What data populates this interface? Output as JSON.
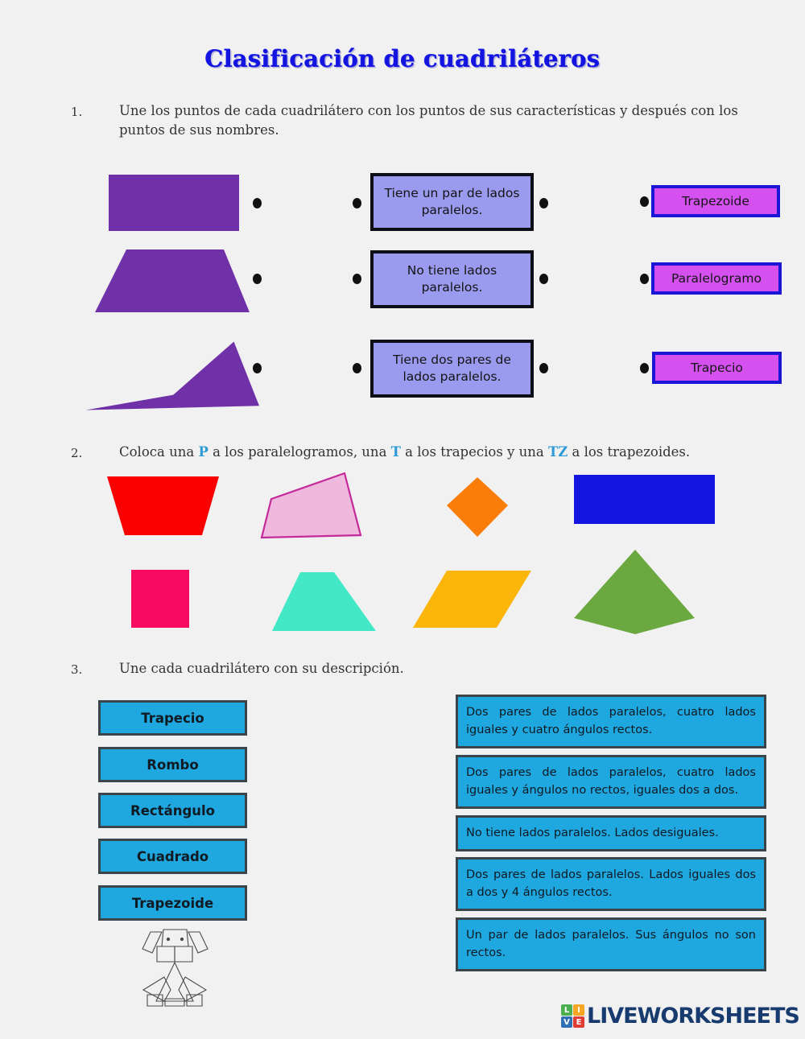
{
  "page": {
    "title": "Clasificación de cuadriláteros",
    "background_color": "#f1f1f1",
    "title_color": "#1414e0"
  },
  "exercises": [
    {
      "number": "1.",
      "instruction": "Une los puntos de cada cuadrilátero con los puntos de sus características y después con los puntos de sus nombres.",
      "shapes": [
        {
          "name": "rectangle-purple",
          "color": "#7030a8"
        },
        {
          "name": "trapezoid-purple",
          "color": "#7030a8"
        },
        {
          "name": "trapezium-purple",
          "color": "#7030a8"
        }
      ],
      "features": [
        "Tiene un par de lados paralelos.",
        "No tiene lados paralelos.",
        "Tiene dos pares de lados paralelos."
      ],
      "names": [
        "Trapezoide",
        "Paralelogramo",
        "Trapecio"
      ],
      "feature_box_color": "#9a9aef",
      "name_box_color": "#d451f0",
      "name_box_border": "#1a16d8"
    },
    {
      "number": "2.",
      "instruction_parts": [
        {
          "text": "Coloca una ",
          "highlight": false
        },
        {
          "text": "P",
          "highlight": true
        },
        {
          "text": " a los paralelogramos, una ",
          "highlight": false
        },
        {
          "text": "T",
          "highlight": true
        },
        {
          "text": " a los trapecios y una ",
          "highlight": false
        },
        {
          "text": "TZ",
          "highlight": true
        },
        {
          "text": " a los trapezoides.",
          "highlight": false
        }
      ],
      "instruction_plain": "Coloca una P a los paralelogramos, una T a los trapecios y una TZ a los trapezoides.",
      "highlight_color": "#2e9bd8",
      "shapes": [
        {
          "name": "trapezoid-red",
          "color": "#fa0000"
        },
        {
          "name": "trapezium-pink",
          "color": "#efb8dd",
          "stroke": "#c42a9a"
        },
        {
          "name": "rhombus-orange",
          "color": "#f97d08"
        },
        {
          "name": "rectangle-blue",
          "color": "#1414e0"
        },
        {
          "name": "rectangle-magenta",
          "color": "#f60a62"
        },
        {
          "name": "trapezoid-turquoise",
          "color": "#43e8c6"
        },
        {
          "name": "parallelogram-yellow",
          "color": "#fbb50b"
        },
        {
          "name": "kite-green",
          "color": "#6ba83f"
        }
      ]
    },
    {
      "number": "3.",
      "instruction": "Une cada cuadrilátero con su descripción.",
      "box_color": "#1fa7e0",
      "box_border": "#3a4449",
      "terms": [
        "Trapecio",
        "Rombo",
        "Rectángulo",
        "Cuadrado",
        "Trapezoide"
      ],
      "descriptions": [
        "Dos pares de lados paralelos, cuatro lados iguales y cuatro ángulos rectos.",
        "Dos pares de lados paralelos, cuatro lados iguales y ángulos no rectos, iguales dos a dos.",
        "No tiene lados paralelos. Lados desiguales.",
        "Dos pares de lados paralelos. Lados iguales dos a dos  y 4 ángulos rectos.",
        "Un par de lados paralelos.  Sus ángulos no son rectos."
      ],
      "decoration": {
        "name": "dog-line-drawing",
        "stroke": "#4a4a4a"
      }
    }
  ],
  "footer": {
    "logo": {
      "cells": [
        {
          "letter": "L",
          "color": "#4caf50"
        },
        {
          "letter": "I",
          "color": "#f5a623"
        },
        {
          "letter": "V",
          "color": "#2f6fb5"
        },
        {
          "letter": "E",
          "color": "#e03b35"
        }
      ],
      "text": "LIVEWORKSHEETS",
      "text_color": "#173b6e"
    }
  }
}
